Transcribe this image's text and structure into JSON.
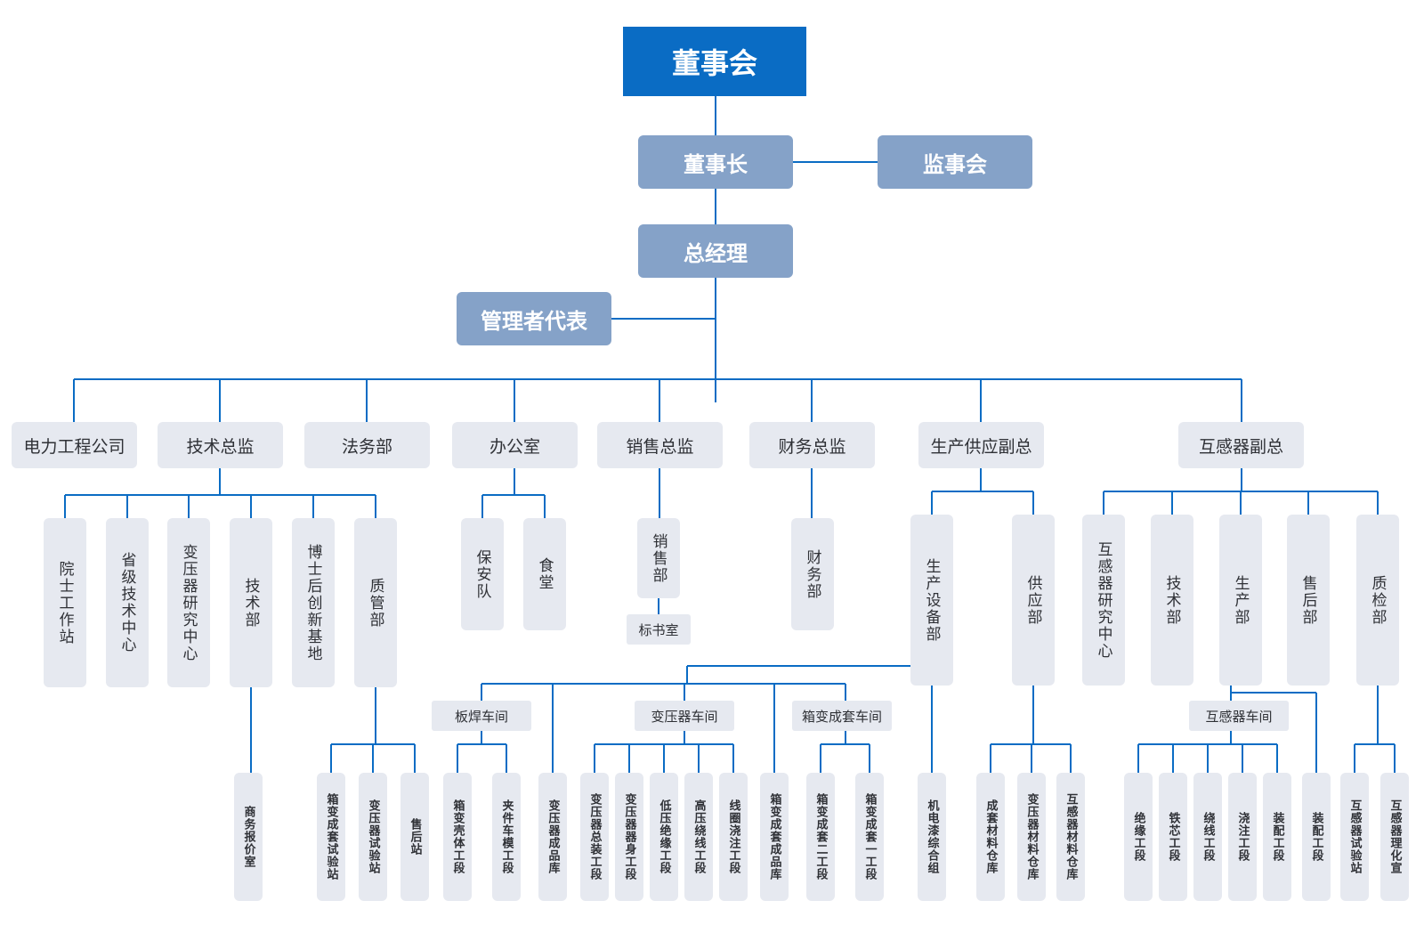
{
  "nodes": {
    "board": "董事会",
    "chairman": "董事长",
    "supervisory": "监事会",
    "gm": "总经理",
    "mgmt_rep": "管理者代表",
    "depts": {
      "power": "电力工程公司",
      "tech_dir": "技术总监",
      "legal": "法务部",
      "office": "办公室",
      "sales_dir": "销售总监",
      "finance_dir": "财务总监",
      "prod_vp": "生产供应副总",
      "trans_vp": "互感器副总"
    },
    "tech": {
      "academician": "院士工作站",
      "prov_center": "省级技术中心",
      "research": "变压器研究中心",
      "tech_dept": "技术部",
      "postdoc": "博士后创新基地",
      "quality": "质管部",
      "quote": "商务报价室",
      "box_test": "箱变成套试验站",
      "trans_test": "变压器试验站",
      "after_sales": "售后站"
    },
    "office": {
      "security": "保安队",
      "canteen": "食堂"
    },
    "sales": {
      "sales_dept": "销售部",
      "bid": "标书室"
    },
    "finance": {
      "finance_dept": "财务部"
    },
    "production": {
      "equip": "生产设备部",
      "supply": "供应部",
      "plate_ws": "板焊车间",
      "trans_ws": "变压器车间",
      "box_ws": "箱变成套车间",
      "shell": "箱变壳体工段",
      "clamp": "夹件车模工段",
      "product_store": "变压器成品库",
      "assembly": "变压器总装工段",
      "body": "变压器器身工段",
      "lv": "低压绝缘工段",
      "hv": "高压绕线工段",
      "coil": "线圈浇注工段",
      "box_store": "箱变成套成品库",
      "box2": "箱变成套二工段",
      "box1": "箱变成套一工段",
      "paint": "机电漆综合组",
      "mat_store": "成套材料仓库",
      "trans_mat": "变压器材料仓库",
      "ct_mat": "互感器材料仓库"
    },
    "transformer": {
      "ct_research": "互感器研究中心",
      "tech": "技术部",
      "production": "生产部",
      "after_sales": "售后部",
      "qc": "质检部",
      "ct_ws": "互感器车间",
      "insulation": "绝缘工段",
      "core": "铁芯工段",
      "winding": "绕线工段",
      "casting": "浇注工段",
      "assembly_a": "装配工段",
      "assembly_b": "装配工段",
      "ct_test": "互感器试验站",
      "ct_manage": "互感器理化宣"
    }
  },
  "colors": {
    "line": "#0a6cc4",
    "top": "#0a6cc4",
    "mid": "#85a2c8",
    "box": "#e6e9f0",
    "text": "#2f3136"
  }
}
